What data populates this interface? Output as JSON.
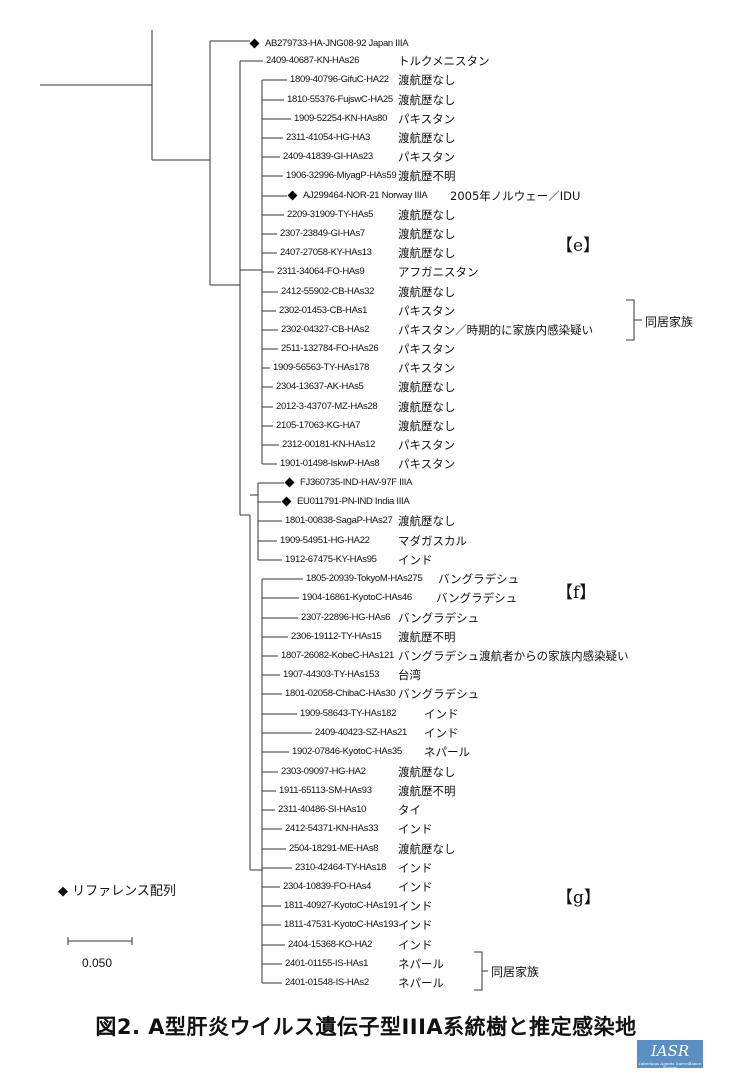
{
  "entries": [
    {
      "id": "AB279733-HA-JNG08-92 Japan IIIA",
      "country": "",
      "reference": true
    },
    {
      "id": "2409-40687-KN-HAs26",
      "country": "トルクメニスタン"
    },
    {
      "id": "1809-40796-GifuC-HA22",
      "country": "渡航歴なし"
    },
    {
      "id": "1810-55376-FujswC-HA25",
      "country": "渡航歴なし"
    },
    {
      "id": "1909-52254-KN-HAs80",
      "country": "パキスタン"
    },
    {
      "id": "2311-41054-HG-HA3",
      "country": "渡航歴なし"
    },
    {
      "id": "2409-41839-GI-HAs23",
      "country": "パキスタン"
    },
    {
      "id": "1906-32996-MiyagP-HAs59",
      "country": "渡航歴不明"
    },
    {
      "id": "AJ299464-NOR-21 Norway IIIA",
      "country": "2005年ノルウェー／IDU",
      "reference": true
    },
    {
      "id": "2209-31909-TY-HAs5",
      "country": "渡航歴なし"
    },
    {
      "id": "2307-23849-GI-HAs7",
      "country": "渡航歴なし"
    },
    {
      "id": "2407-27058-KY-HAs13",
      "country": "渡航歴なし"
    },
    {
      "id": "2311-34064-FO-HAs9",
      "country": "アフガニスタン"
    },
    {
      "id": "2412-55902-CB-HAs32",
      "country": "渡航歴なし"
    },
    {
      "id": "2302-01453-CB-HAs1",
      "country": "パキスタン"
    },
    {
      "id": "2302-04327-CB-HAs2",
      "country": "パキスタン／時期的に家族内感染疑い"
    },
    {
      "id": "2511-132784-FO-HAs26",
      "country": "パキスタン"
    },
    {
      "id": "1909-56563-TY-HAs178",
      "country": "パキスタン"
    },
    {
      "id": "2304-13637-AK-HAs5",
      "country": "渡航歴なし"
    },
    {
      "id": "2012-3-43707-MZ-HAs28",
      "country": "渡航歴なし"
    },
    {
      "id": "2105-17063-KG-HA7",
      "country": "渡航歴なし"
    },
    {
      "id": "2312-00181-KN-HAs12",
      "country": "パキスタン"
    },
    {
      "id": "1901-01498-IskwP-HAs8",
      "country": "パキスタン"
    },
    {
      "id": "FJ360735-IND-HAV-97F IIIA",
      "country": "",
      "reference": true
    },
    {
      "id": "EU011791-PN-IND India IIIA",
      "country": "",
      "reference": true
    },
    {
      "id": "1801-00838-SagaP-HAs27",
      "country": "渡航歴なし"
    },
    {
      "id": "1909-54951-HG-HA22",
      "country": "マダガスカル"
    },
    {
      "id": "1912-67475-KY-HAs95",
      "country": "インド"
    },
    {
      "id": "1805-20939-TokyoM-HAs275",
      "country": "バングラデシュ"
    },
    {
      "id": "1904-16861-KyotoC-HAs46",
      "country": "バングラデシュ"
    },
    {
      "id": "2307-22896-HG-HAs6",
      "country": "バングラデシュ"
    },
    {
      "id": "2306-19112-TY-HAs15",
      "country": "渡航歴不明"
    },
    {
      "id": "1807-26082-KobeC-HAs121",
      "country": "バングラデシュ渡航者からの家族内感染疑い"
    },
    {
      "id": "1907-44303-TY-HAs153",
      "country": "台湾"
    },
    {
      "id": "1801-02058-ChibaC-HAs30",
      "country": "バングラデシュ"
    },
    {
      "id": "1909-58643-TY-HAs182",
      "country": "インド"
    },
    {
      "id": "2409-40423-SZ-HAs21",
      "country": "インド"
    },
    {
      "id": "1902-07846-KyotoC-HAs35",
      "country": "ネパール"
    },
    {
      "id": "2303-09097-HG-HA2",
      "country": "渡航歴なし"
    },
    {
      "id": "1911-65113-SM-HAs93",
      "country": "渡航歴不明"
    },
    {
      "id": "2311-40486-SI-HAs10",
      "country": "タイ"
    },
    {
      "id": "2412-54371-KN-HAs33",
      "country": "インド"
    },
    {
      "id": "2504-18291-ME-HAs8",
      "country": "渡航歴なし"
    },
    {
      "id": "2310-42464-TY-HAs18",
      "country": "インド"
    },
    {
      "id": "2304-10839-FO-HAs4",
      "country": "インド"
    },
    {
      "id": "1811-40927-KyotoC-HAs191",
      "country": "インド"
    },
    {
      "id": "1811-47531-KyotoC-HAs193",
      "country": "インド"
    },
    {
      "id": "2404-15368-KO-HA2",
      "country": "インド"
    },
    {
      "id": "2401-01155-IS-HAs1",
      "country": "ネパール"
    },
    {
      "id": "2401-01548-IS-HAs2",
      "country": "ネパール"
    }
  ],
  "clades": {
    "e": "【e】",
    "f": "【f】",
    "g": "【g】"
  },
  "brackets": {
    "household_1": "同居家族",
    "household_2": "同居家族"
  },
  "legend": {
    "symbol": "◆",
    "text": "リファレンス配列"
  },
  "scale": {
    "label": "0.050",
    "value": 0.05
  },
  "title": "図2. A型肝炎ウイルス遺伝子型IIIA系統樹と推定感染地",
  "logo": {
    "text": "IASR",
    "subtitle": "Infectious Agents Surveillance Report"
  }
}
